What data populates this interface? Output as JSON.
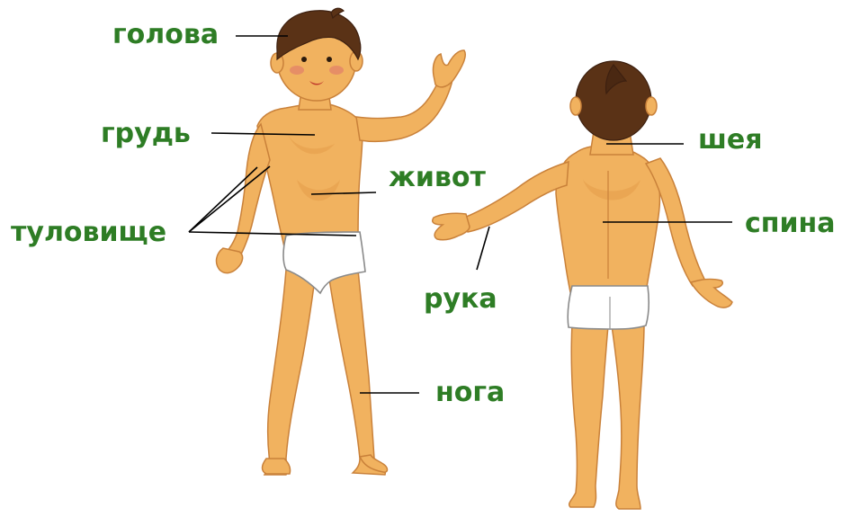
{
  "labels": {
    "head": "голова",
    "chest": "грудь",
    "torso": "туловище",
    "belly": "живот",
    "leg": "нога",
    "neck": "шея",
    "back": "спина",
    "arm": "рука"
  },
  "colors": {
    "label_text": "#2e7d25",
    "skin": "#f1b25f",
    "skin_shadow": "#e39d48",
    "skin_outline": "#c9813a",
    "hair": "#5a3216",
    "underwear": "#ffffff",
    "pointer_line": "#000000"
  }
}
